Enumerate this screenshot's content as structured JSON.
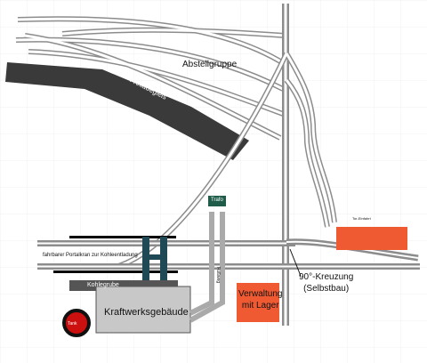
{
  "labels": {
    "abstellgruppe": "Abstellgruppe",
    "freiladegleis": "Freiladegleis",
    "trafo": "Trafo",
    "tor_einfahrt": "Tor-Einfahrt",
    "portalkran": "fahrbarer Portalkran zur Kohleentladung",
    "kreuzung_line1": "90°-Kreuzung",
    "kreuzung_line2": "(Selbstbau)",
    "kohlegrube": "Kohlegrube",
    "kraftwerk": "Kraftwerksgebäude",
    "verwaltung_line1": "Verwaltung",
    "verwaltung_line2": "mit Lager",
    "tank": "Tank",
    "fussweg": "Fußweg"
  },
  "colors": {
    "track": "#8c8c8c",
    "ground_shed": "#3a3a3a",
    "building_orange": "#f05a32",
    "building_gray": "#c8c8c8",
    "crane_teal": "#1f4a55",
    "trafo_green": "#1f5c4a",
    "tank_red": "#cc1010"
  }
}
